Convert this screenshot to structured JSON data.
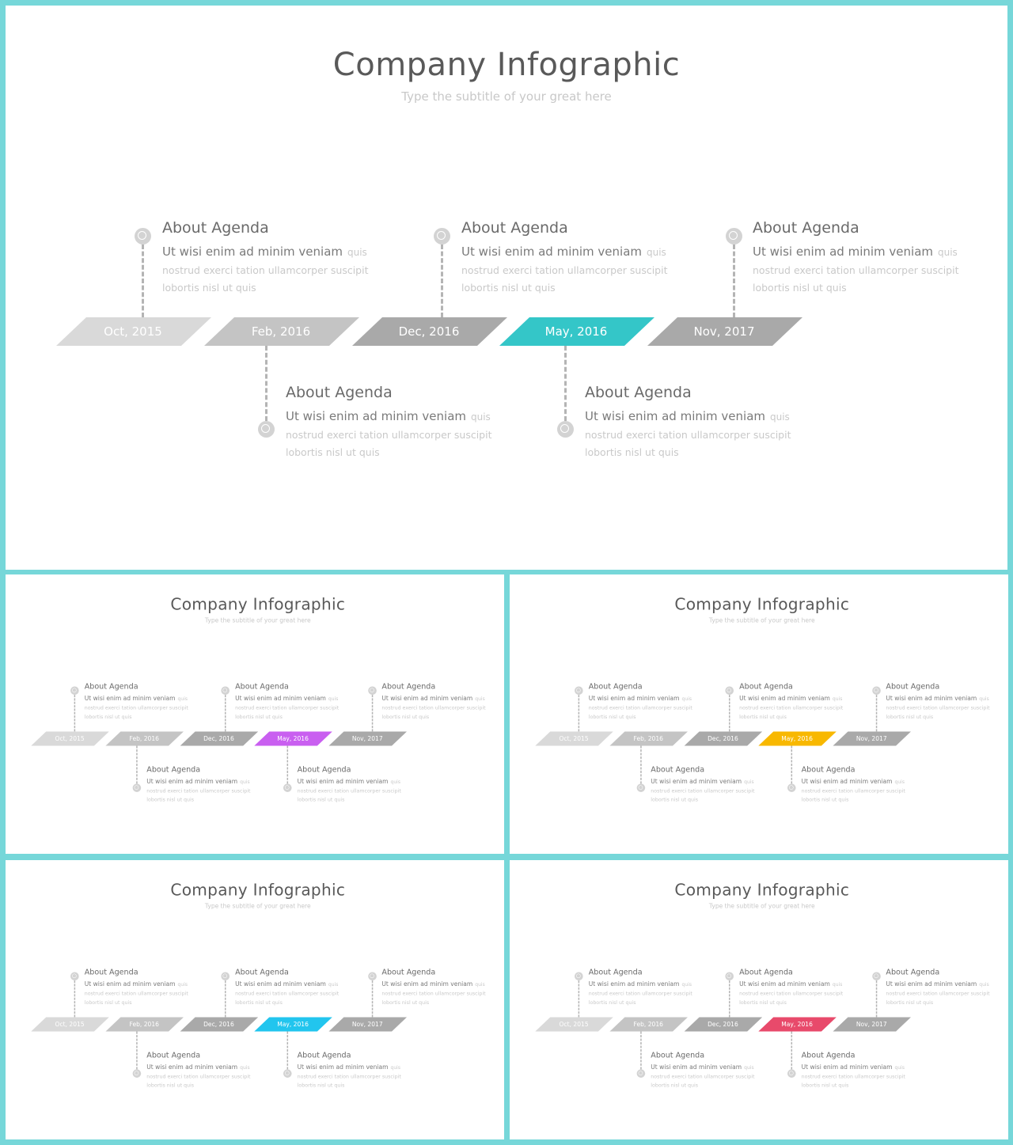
{
  "title": "Company Infographic",
  "subtitle": "Type the subtitle of your great here",
  "milestones": [
    {
      "date": "Oct, 2015"
    },
    {
      "date": "Feb, 2016"
    },
    {
      "date": "Dec, 2016"
    },
    {
      "date": "May, 2016"
    },
    {
      "date": "Nov, 2017"
    }
  ],
  "agenda": {
    "heading": "About Agenda",
    "line1": "Ut wisi enim ad minim veniam",
    "line1_tail": "quis",
    "line2": "nostrud exerci tation ullamcorper suscipit",
    "line3": "lobortis nisl ut quis"
  },
  "colors": {
    "background": "#76d7d9",
    "segments": [
      "#d9d9d9",
      "#c4c4c4",
      "#a9a9a9",
      "highlight",
      "#a9a9a9"
    ]
  },
  "slides": [
    {
      "highlight": "#34c6c8"
    },
    {
      "highlight": "#c95ff0"
    },
    {
      "highlight": "#f8b800"
    },
    {
      "highlight": "#22c5ee"
    },
    {
      "highlight": "#e84a6b"
    }
  ]
}
